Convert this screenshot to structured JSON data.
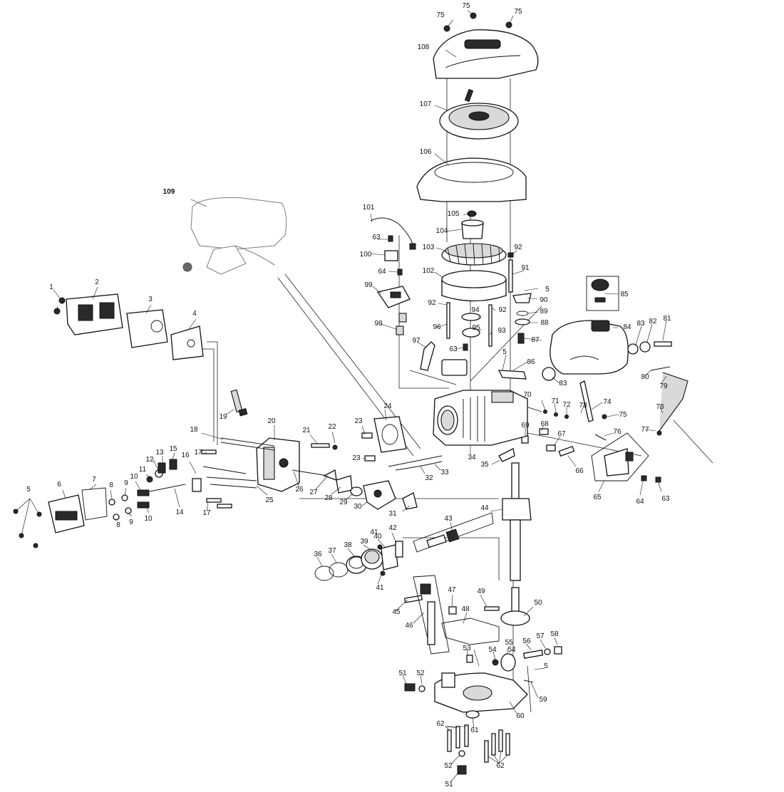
{
  "diagram": {
    "callouts": [
      "1",
      "2",
      "3",
      "4",
      "5",
      "6",
      "7",
      "8",
      "9",
      "10",
      "11",
      "12",
      "13",
      "14",
      "15",
      "16",
      "17",
      "18",
      "19",
      "20",
      "21",
      "22",
      "23",
      "24",
      "25",
      "26",
      "27",
      "28",
      "29",
      "30",
      "31",
      "32",
      "33",
      "34",
      "35",
      "36",
      "37",
      "38",
      "39",
      "40",
      "41",
      "42",
      "43",
      "44",
      "45",
      "46",
      "47",
      "48",
      "49",
      "50",
      "51",
      "52",
      "53",
      "54",
      "55",
      "56",
      "57",
      "58",
      "59",
      "60",
      "61",
      "62",
      "63",
      "64",
      "65",
      "66",
      "67",
      "68",
      "69",
      "70",
      "71",
      "72",
      "73",
      "74",
      "75",
      "76",
      "77",
      "78",
      "79",
      "80",
      "81",
      "82",
      "83",
      "84",
      "85",
      "86",
      "87",
      "88",
      "89",
      "90",
      "91",
      "92",
      "93",
      "94",
      "95",
      "96",
      "97",
      "98",
      "99",
      "100",
      "101",
      "102",
      "103",
      "104",
      "105",
      "106",
      "107",
      "108",
      "109"
    ]
  }
}
